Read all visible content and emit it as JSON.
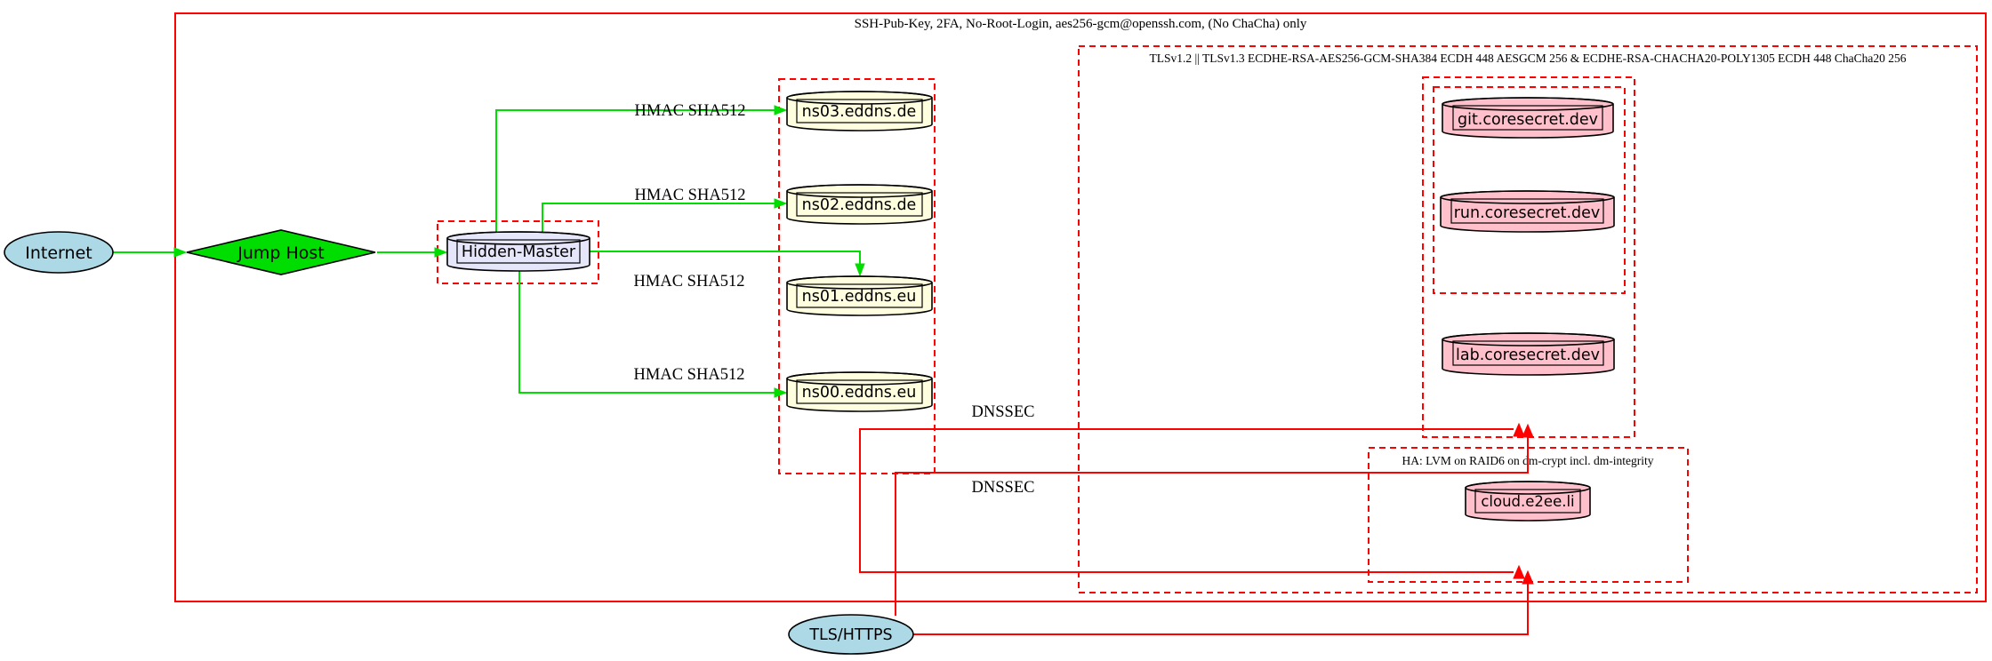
{
  "diagram": {
    "title_annotations": {
      "ssh_policy": "SSH-Pub-Key, 2FA, No-Root-Login, aes256-gcm@openssh.com, (No ChaCha) only",
      "tls_policy": "TLSv1.2 || TLSv1.3 ECDHE-RSA-AES256-GCM-SHA384 ECDH 448 AESGCM 256 & ECDHE-RSA-CHACHA20-POLY1305 ECDH 448 ChaCha20 256",
      "ha_policy": "HA: LVM on RAID6 on dm-crypt incl. dm-integrity"
    },
    "nodes": {
      "internet": "Internet",
      "jump_host": "Jump Host",
      "hidden_master": "Hidden-Master",
      "ns03": "ns03.eddns.de",
      "ns02": "ns02.eddns.de",
      "ns01": "ns01.eddns.eu",
      "ns00": "ns00.eddns.eu",
      "git": "git.coresecret.dev",
      "run": "run.coresecret.dev",
      "lab": "lab.coresecret.dev",
      "cloud": "cloud.e2ee.li",
      "tls_https": "TLS/HTTPS"
    },
    "edge_labels": {
      "hmac_ns03": "HMAC SHA512",
      "hmac_ns02": "HMAC SHA512",
      "hmac_ns01": "HMAC SHA512",
      "hmac_ns00": "HMAC SHA512",
      "dnssec_top": "DNSSEC",
      "dnssec_bottom": "DNSSEC"
    },
    "colors": {
      "edge_secure_green": "#00dd00",
      "edge_red": "#fe0000",
      "cluster_border_red": "#fe0000",
      "node_internet_blue": "#add8e6",
      "node_jump_host_green": "#00dd00",
      "node_hidden_master_lavender": "#e6e6fa",
      "node_nameserver_yellow": "#ffffe0",
      "node_service_pink": "#ffc0cb"
    }
  }
}
